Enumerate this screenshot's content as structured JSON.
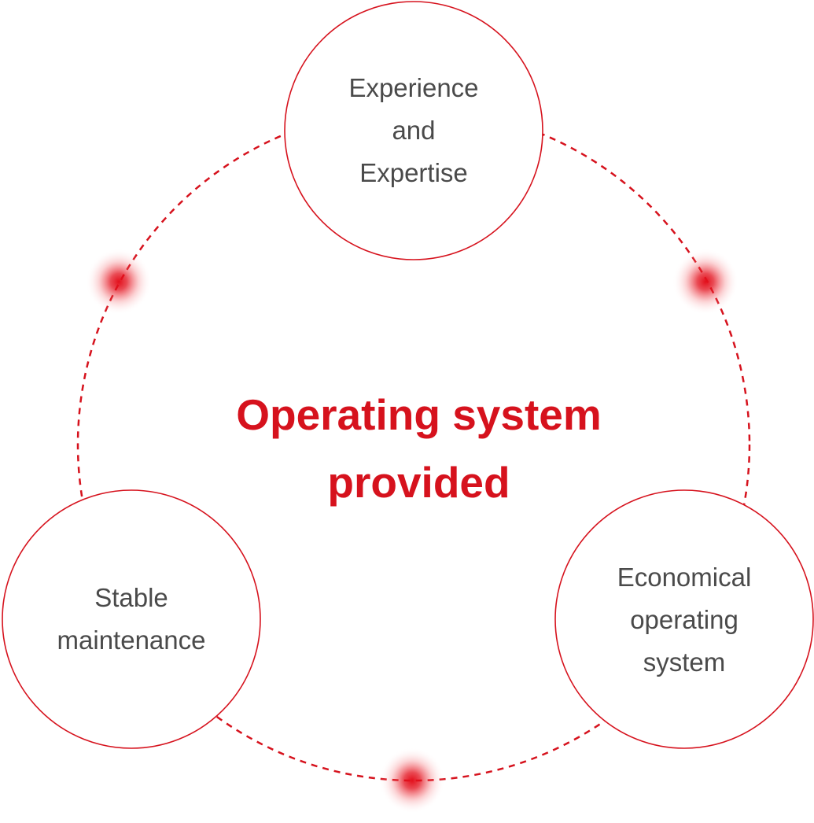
{
  "diagram": {
    "center_title": "Operating system\nprovided",
    "nodes": [
      {
        "id": "experience",
        "label": "Experience\nand\nExpertise"
      },
      {
        "id": "maintenance",
        "label": "Stable\nmaintenance"
      },
      {
        "id": "economical",
        "label": "Economical\noperating\nsystem"
      }
    ],
    "colors": {
      "accent": "#d6121d",
      "node_text": "#4a4a4a",
      "background": "#ffffff"
    }
  }
}
